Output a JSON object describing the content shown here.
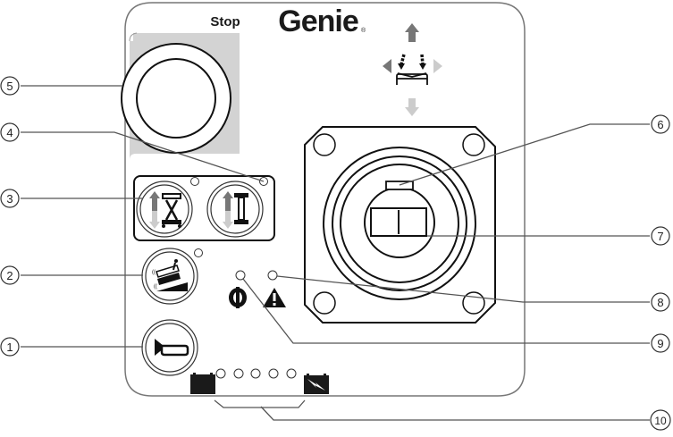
{
  "panel": {
    "stop_label": "Stop",
    "brand_logo": "Genie",
    "registered_mark": "®"
  },
  "callouts": [
    {
      "number": "1",
      "target": "horn-button"
    },
    {
      "number": "2",
      "target": "tilt-override-button"
    },
    {
      "number": "3",
      "target": "platform-lift-mode-button"
    },
    {
      "number": "4",
      "target": "drive-speed-mode-button"
    },
    {
      "number": "5",
      "target": "emergency-stop-button"
    },
    {
      "number": "6",
      "target": "joystick-enable-switch"
    },
    {
      "number": "7",
      "target": "joystick-thumb-rocker"
    },
    {
      "number": "8",
      "target": "fault-indicator-light"
    },
    {
      "number": "9",
      "target": "power-indicator-light"
    },
    {
      "number": "10",
      "target": "battery-charge-indicator"
    }
  ],
  "icons": {
    "direction": "drive-direction-arrows-icon",
    "power": "power-icon",
    "warning": "warning-triangle-icon",
    "battery_empty": "battery-icon",
    "battery_charging": "battery-charging-icon",
    "horn": "horn-icon",
    "lift": "scissor-lift-icon",
    "drive": "drive-mode-icon",
    "tilt": "tilt-override-icon"
  },
  "colors": {
    "line": "#1a1a1a",
    "callout_line": "#555555",
    "panel_border": "#777777",
    "stop_band": "#d3d3d3",
    "arrow_dark": "#777777",
    "arrow_light": "#c8c8c8"
  },
  "battery_leds": 5
}
